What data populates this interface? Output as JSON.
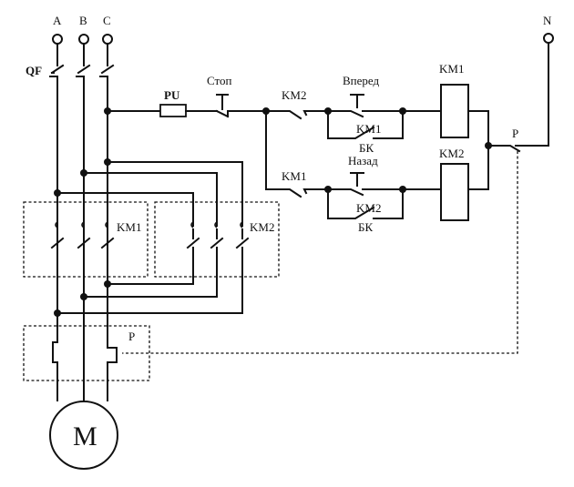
{
  "labels": {
    "phase_a": "A",
    "phase_b": "B",
    "phase_c": "C",
    "neutral": "N",
    "breaker": "QF",
    "fuse": "PU",
    "stop": "Стоп",
    "forward": "Вперед",
    "backward": "Назад",
    "km1": "KM1",
    "km2": "KM2",
    "bk": "БК",
    "relay": "P",
    "motor": "M"
  },
  "colors": {
    "line": "#111111",
    "background": "#ffffff"
  }
}
